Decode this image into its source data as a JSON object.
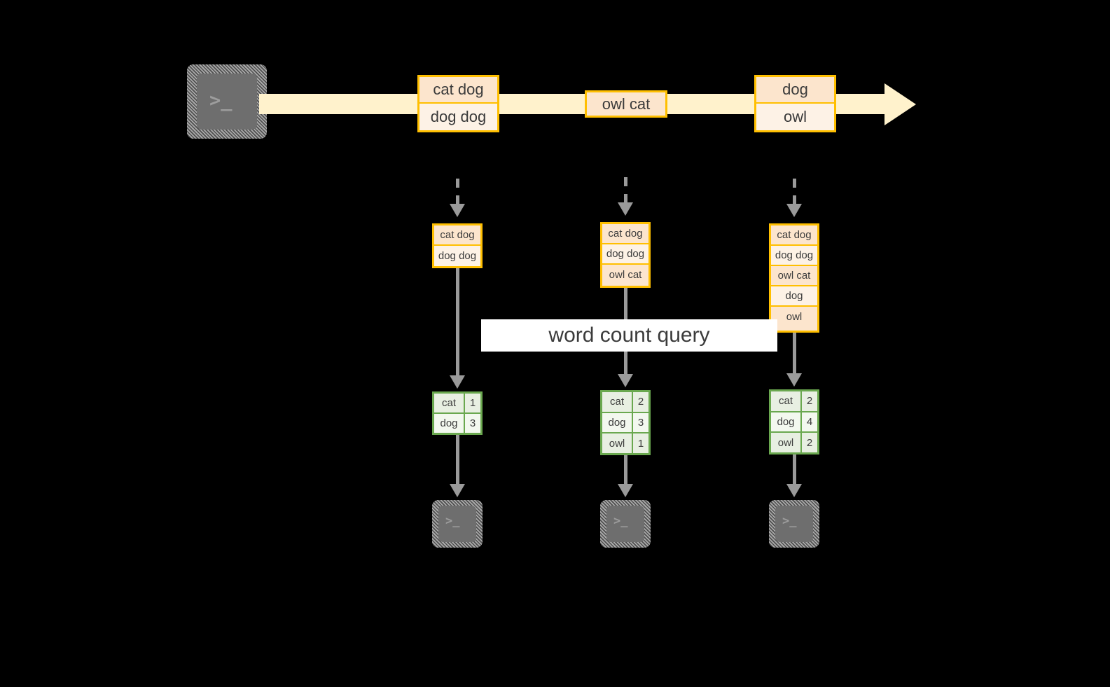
{
  "diagram": {
    "title_banner": "word count query",
    "colors": {
      "background": "#000000",
      "event_border": "#ffbf00",
      "event_fill_dark": "#fce5cd",
      "event_fill_light": "#fdf2e6",
      "stream_band": "#fff2cc",
      "result_border": "#6aa84f",
      "result_fill_dark": "#e8efe2",
      "result_fill_light": "#f3f8ef",
      "arrow_gray": "#9a9a9a",
      "terminal_gray": "#6e6e6e",
      "text": "#3b3b3b",
      "banner_fill": "#ffffff"
    }
  },
  "source": {
    "icon": "terminal-icon",
    "prompt_glyph": ">_"
  },
  "stream": {
    "events": [
      {
        "lines": [
          "cat dog",
          "dog dog"
        ]
      },
      {
        "lines": [
          "owl cat"
        ]
      },
      {
        "lines": [
          "dog",
          "owl"
        ]
      }
    ]
  },
  "batches": [
    {
      "accumulated": [
        "cat dog",
        "dog dog"
      ],
      "result": {
        "rows": [
          {
            "word": "cat",
            "count": "1"
          },
          {
            "word": "dog",
            "count": "3"
          }
        ]
      },
      "sink": {
        "icon": "terminal-icon",
        "prompt_glyph": ">_"
      }
    },
    {
      "accumulated": [
        "cat dog",
        "dog dog",
        "owl cat"
      ],
      "result": {
        "rows": [
          {
            "word": "cat",
            "count": "2"
          },
          {
            "word": "dog",
            "count": "3"
          },
          {
            "word": "owl",
            "count": "1"
          }
        ]
      },
      "sink": {
        "icon": "terminal-icon",
        "prompt_glyph": ">_"
      }
    },
    {
      "accumulated": [
        "cat dog",
        "dog dog",
        "owl cat",
        "dog",
        "owl"
      ],
      "result": {
        "rows": [
          {
            "word": "cat",
            "count": "2"
          },
          {
            "word": "dog",
            "count": "4"
          },
          {
            "word": "owl",
            "count": "2"
          }
        ]
      },
      "sink": {
        "icon": "terminal-icon",
        "prompt_glyph": ">_"
      }
    }
  ]
}
